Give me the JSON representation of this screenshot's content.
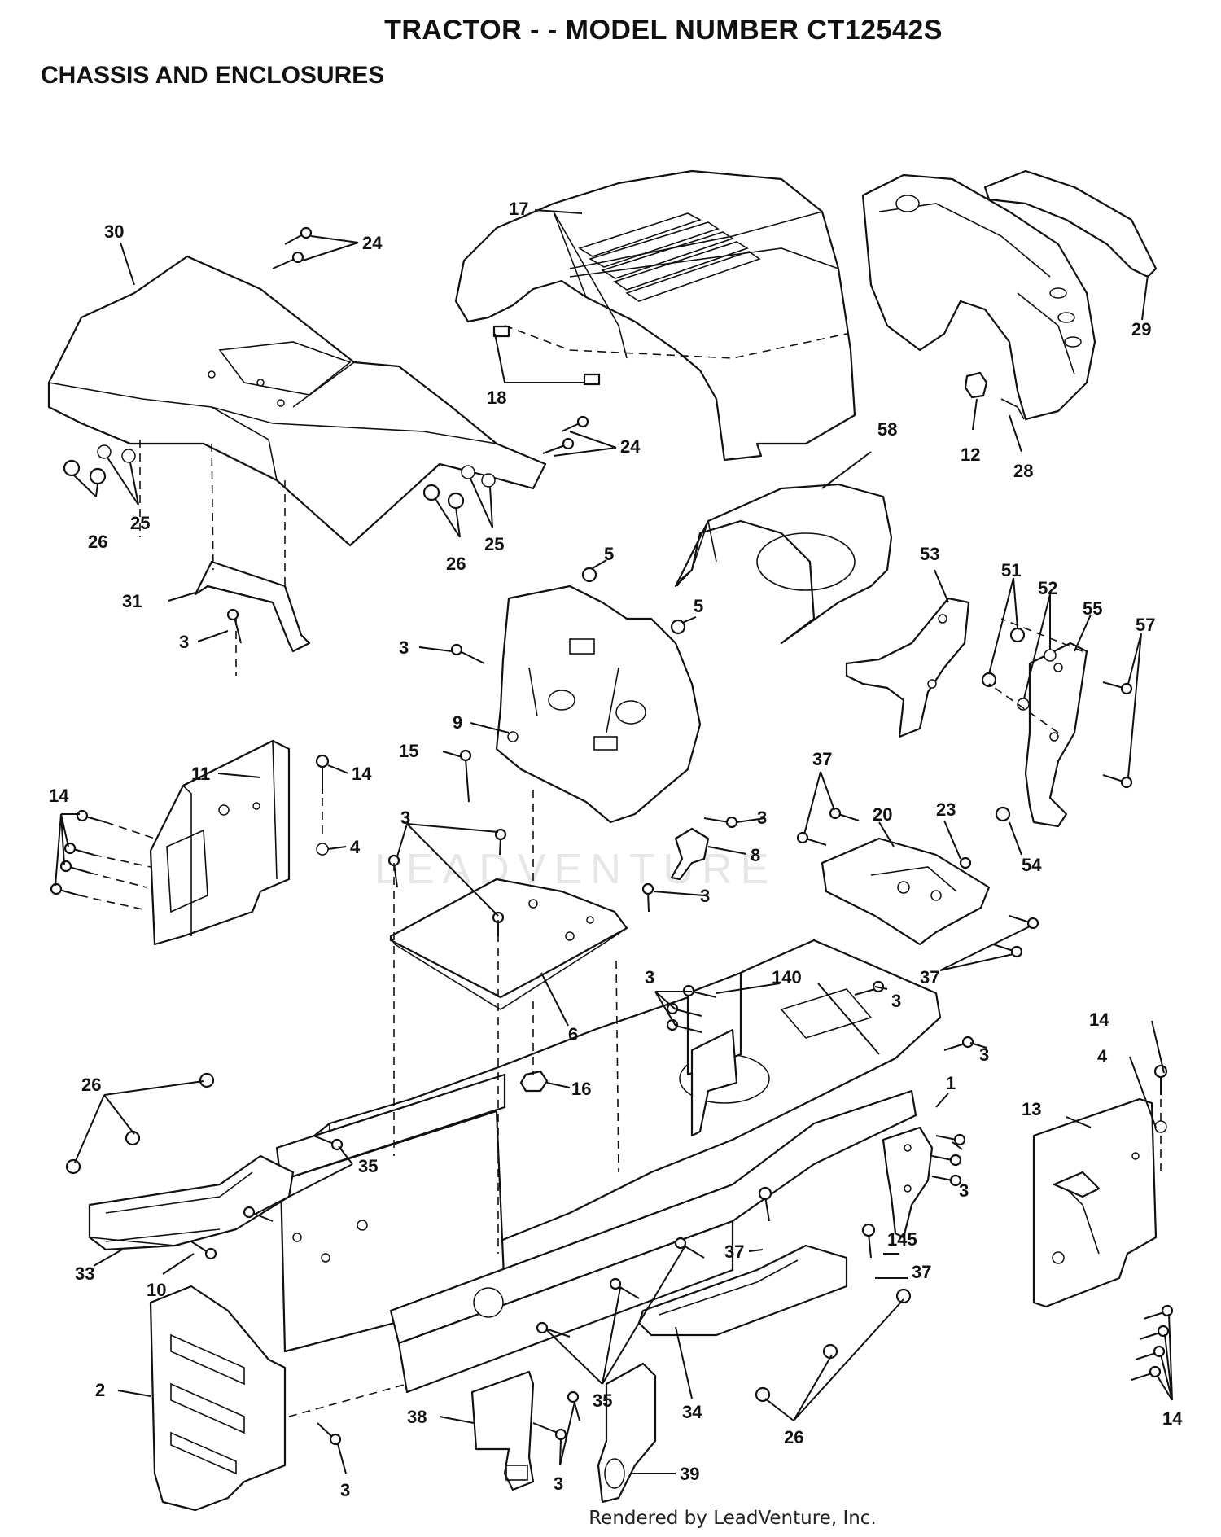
{
  "header": {
    "title": "TRACTOR - - MODEL NUMBER CT12542S",
    "subtitle": "CHASSIS AND ENCLOSURES"
  },
  "watermark": "LEADVENTURE",
  "footer": "Rendered by LeadVenture, Inc.",
  "callouts": {
    "c30": "30",
    "c24a": "24",
    "c17": "17",
    "c29": "29",
    "c18": "18",
    "c24b": "24",
    "c12": "12",
    "c28": "28",
    "c58": "58",
    "c26a": "26",
    "c25a": "25",
    "c26b": "26",
    "c25b": "25",
    "c5a": "5",
    "c5b": "5",
    "c31": "31",
    "c3a": "3",
    "c53": "53",
    "c51": "51",
    "c52": "52",
    "c55": "55",
    "c57": "57",
    "c3b": "3",
    "c9": "9",
    "c14a": "14",
    "c11": "11",
    "c15": "15",
    "c14b": "14",
    "c3c": "3",
    "c37a": "37",
    "c20": "20",
    "c23": "23",
    "c4a": "4",
    "c3d": "3",
    "c8": "8",
    "c54": "54",
    "c3e": "3",
    "c37b": "37",
    "c3f": "3",
    "c140": "140",
    "c3g": "3",
    "c6": "6",
    "c14c": "14",
    "c3h": "3",
    "c4b": "4",
    "c16": "16",
    "c1": "1",
    "c13": "13",
    "c26c": "26",
    "c35a": "35",
    "c3i": "3",
    "c145": "145",
    "c37c": "37",
    "c37d": "37",
    "c33": "33",
    "c10": "10",
    "c2": "2",
    "c35b": "35",
    "c34": "34",
    "c14d": "14",
    "c38": "38",
    "c26d": "26",
    "c3j": "3",
    "c3k": "3",
    "c39": "39"
  }
}
